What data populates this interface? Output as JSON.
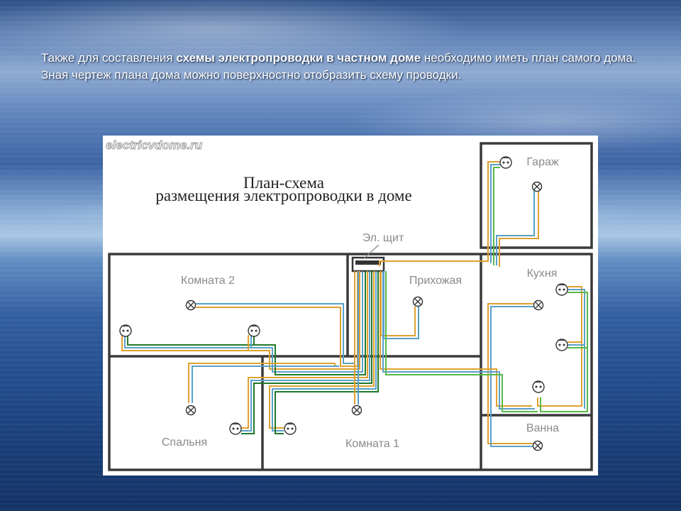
{
  "intro": {
    "part1": "Также для составления ",
    "bold": "схемы электропроводки в частном доме",
    "part2": " необходимо иметь план самого дома. Зная чертеж плана дома можно поверхностно отобразить схему проводки."
  },
  "diagram": {
    "watermark": "electricvdome.ru",
    "title_line1": "План-схема",
    "title_line2": "размещения электропроводки в доме",
    "panel_label": "Эл. щит",
    "rooms": {
      "garage": "Гараж",
      "room2": "Комната 2",
      "hallway": "Прихожая",
      "kitchen": "Кухня",
      "bedroom": "Спальня",
      "room1": "Комната 1",
      "bathroom": "Ванна"
    },
    "colors": {
      "walls": "#3a3a3a",
      "wire_orange": "#e0a030",
      "wire_blue": "#5aa0c8",
      "wire_green": "#58b848",
      "wire_dark_green": "#1f7a2a",
      "label": "#8a8a8a"
    }
  }
}
